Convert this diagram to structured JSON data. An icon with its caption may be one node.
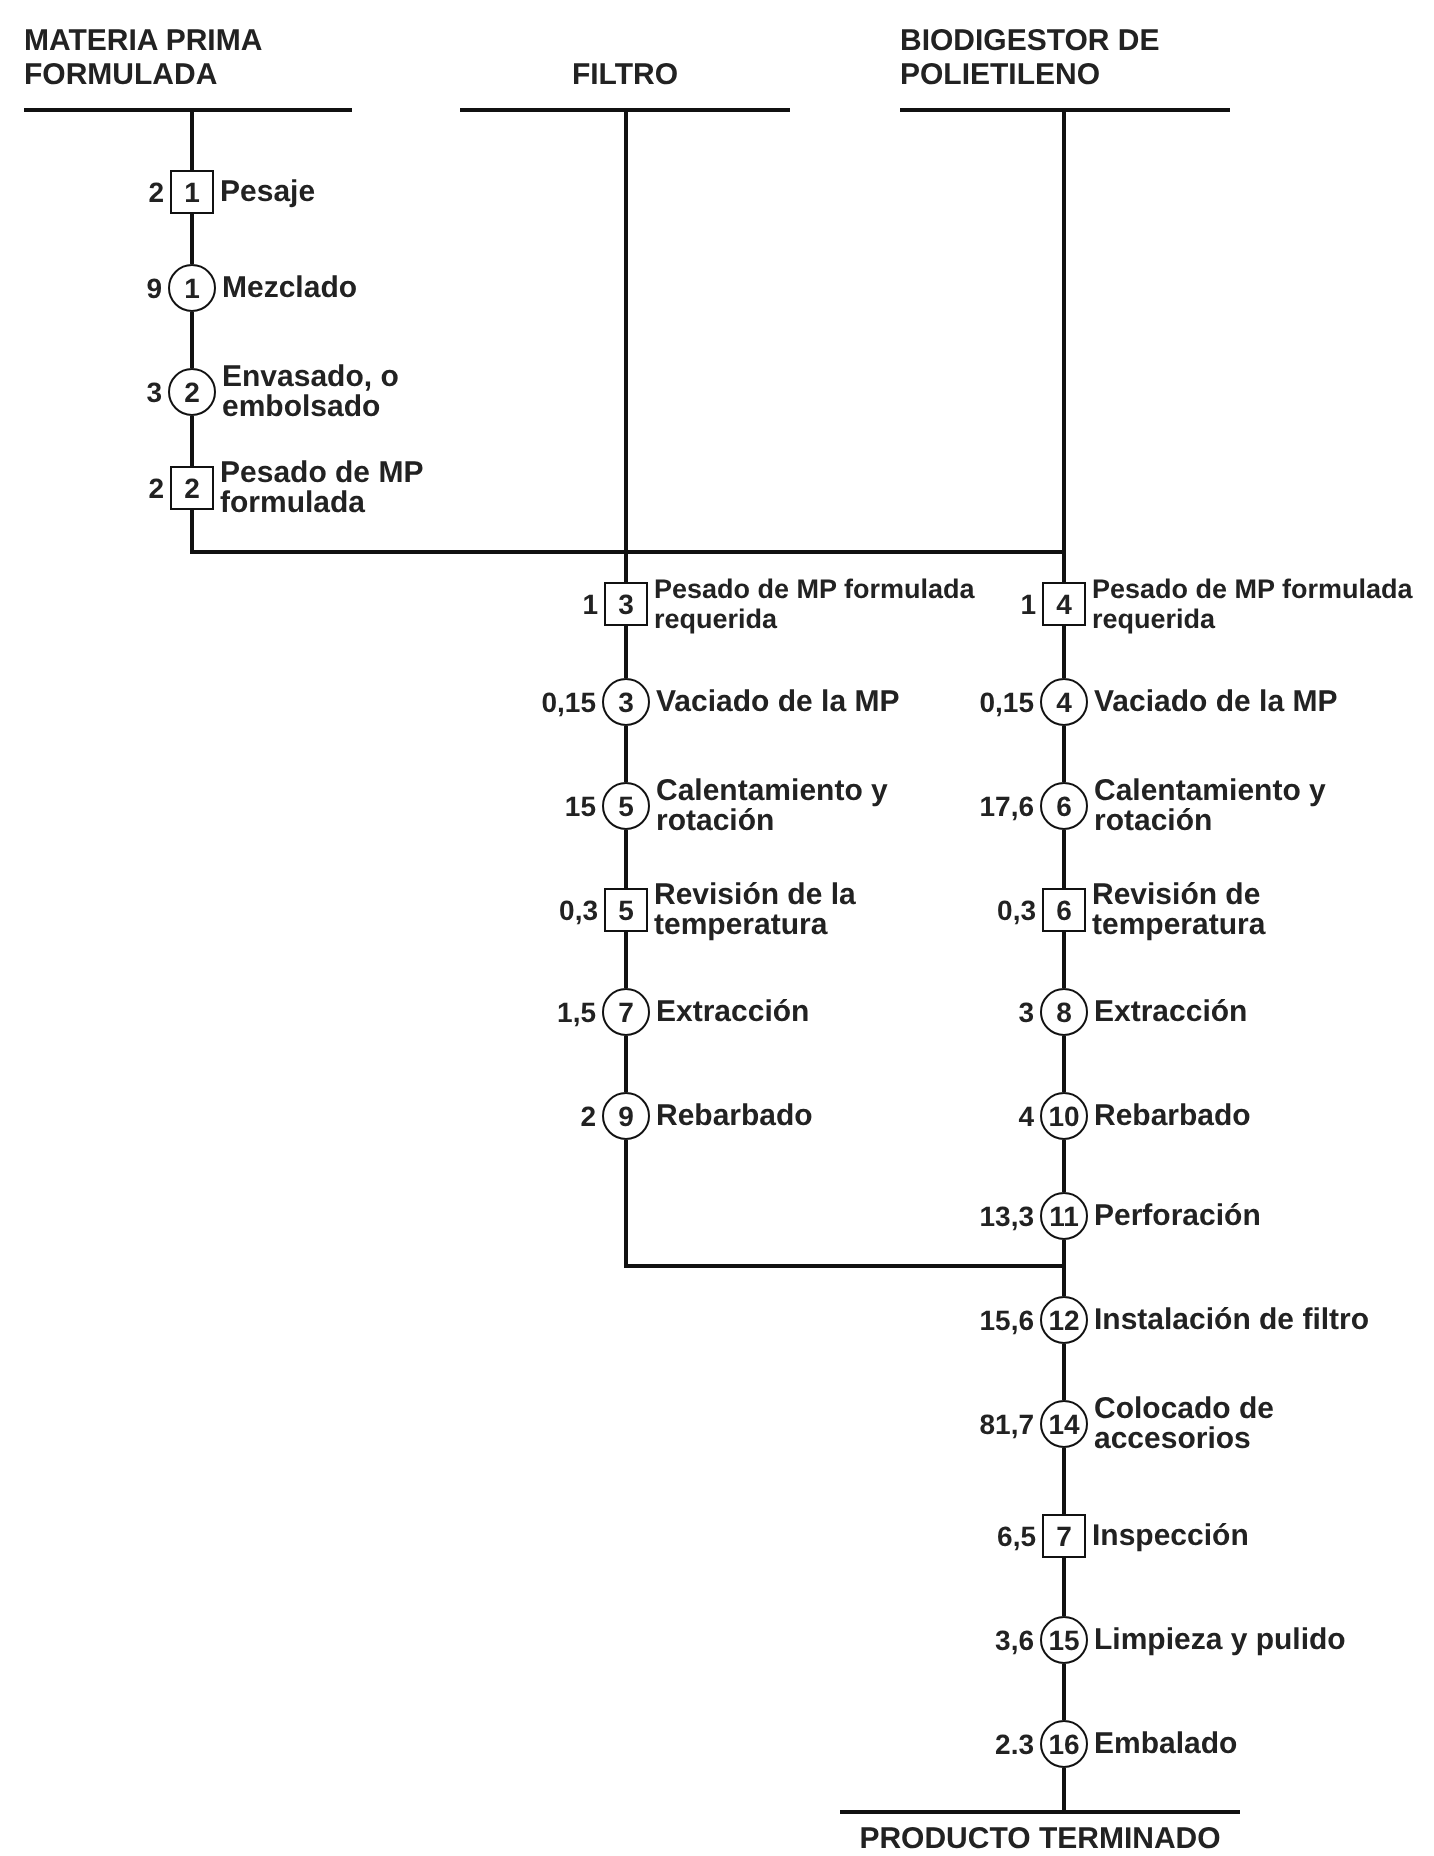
{
  "diagram": {
    "nodes": [
      {
        "text": [
          "MATERIA PRIMA FORMULADA"
        ]
      },
      {
        "text": [
          "FILTRO"
        ]
      },
      {
        "text": [
          "BIODIGESTOR DE POLIETILENO"
        ]
      },
      {
        "text": [
          "1"
        ],
        "beside": [
          "2",
          "Pesaje"
        ]
      },
      {
        "text": [
          "1"
        ],
        "beside": [
          "9",
          "Mezclado"
        ]
      },
      {
        "text": [
          "2"
        ],
        "beside": [
          "3",
          "Envasado, o embolsado"
        ]
      },
      {
        "text": [
          "2"
        ],
        "beside": [
          "2",
          "Pesado de MP formulada"
        ]
      },
      {
        "text": [
          "3"
        ],
        "beside": [
          "1",
          "Pesado de MP formulada requerida"
        ]
      },
      {
        "text": [
          "3"
        ],
        "beside": [
          "0,15",
          "Vaciado de la MP"
        ]
      },
      {
        "text": [
          "5"
        ],
        "beside": [
          "15",
          "Calentamiento y rotación"
        ]
      },
      {
        "text": [
          "5"
        ],
        "beside": [
          "0,3",
          "Revisión de la temperatura"
        ]
      },
      {
        "text": [
          "7"
        ],
        "beside": [
          "1,5",
          "Extracción"
        ]
      },
      {
        "text": [
          "9"
        ],
        "beside": [
          "2",
          "Rebarbado"
        ]
      },
      {
        "text": [
          "4"
        ],
        "beside": [
          "1",
          "Pesado de MP formulada requerida"
        ]
      },
      {
        "text": [
          "4"
        ],
        "beside": [
          "0,15",
          "Vaciado de la MP"
        ]
      },
      {
        "text": [
          "6"
        ],
        "beside": [
          "17,6",
          "Calentamiento y rotación"
        ]
      },
      {
        "text": [
          "6"
        ],
        "beside": [
          "0,3",
          "Revisión de temperatura"
        ]
      },
      {
        "text": [
          "8"
        ],
        "beside": [
          "3",
          "Extracción"
        ]
      },
      {
        "text": [
          "10"
        ],
        "beside": [
          "4",
          "Rebarbado"
        ]
      },
      {
        "text": [
          "11"
        ],
        "beside": [
          "13,3",
          "Perforación"
        ]
      },
      {
        "text": [
          "12"
        ],
        "beside": [
          "15,6",
          "Instalación de filtro"
        ]
      },
      {
        "text": [
          "14"
        ],
        "beside": [
          "81,7",
          "Colocado de accesorios"
        ]
      },
      {
        "text": [
          "7"
        ],
        "beside": [
          "6,5",
          "Inspección"
        ]
      },
      {
        "text": [
          "15"
        ],
        "beside": [
          "3,6",
          "Limpieza y pulido"
        ]
      },
      {
        "text": [
          "16"
        ],
        "beside": [
          "2.3",
          "Embalado"
        ]
      },
      {
        "text": [
          "PRODUCTO TERMINADO"
        ]
      }
    ],
    "edges": [
      {
        "from": 0,
        "to": 3,
        "arrow": "none"
      },
      {
        "from": 3,
        "to": 4,
        "arrow": "none"
      },
      {
        "from": 4,
        "to": 5,
        "arrow": "none"
      },
      {
        "from": 5,
        "to": 6,
        "arrow": "none"
      },
      {
        "from": 6,
        "to": 7,
        "arrow": "none"
      },
      {
        "from": 6,
        "to": 13,
        "arrow": "none"
      },
      {
        "from": 1,
        "to": 7,
        "arrow": "none"
      },
      {
        "from": 7,
        "to": 8,
        "arrow": "none"
      },
      {
        "from": 8,
        "to": 9,
        "arrow": "none"
      },
      {
        "from": 9,
        "to": 10,
        "arrow": "none"
      },
      {
        "from": 10,
        "to": 11,
        "arrow": "none"
      },
      {
        "from": 11,
        "to": 12,
        "arrow": "none"
      },
      {
        "from": 12,
        "to": 20,
        "arrow": "none"
      },
      {
        "from": 2,
        "to": 13,
        "arrow": "none"
      },
      {
        "from": 13,
        "to": 14,
        "arrow": "none"
      },
      {
        "from": 14,
        "to": 15,
        "arrow": "none"
      },
      {
        "from": 15,
        "to": 16,
        "arrow": "none"
      },
      {
        "from": 16,
        "to": 17,
        "arrow": "none"
      },
      {
        "from": 17,
        "to": 18,
        "arrow": "none"
      },
      {
        "from": 18,
        "to": 19,
        "arrow": "none"
      },
      {
        "from": 19,
        "to": 20,
        "arrow": "none"
      },
      {
        "from": 20,
        "to": 21,
        "arrow": "none"
      },
      {
        "from": 21,
        "to": 22,
        "arrow": "none"
      },
      {
        "from": 22,
        "to": 23,
        "arrow": "none"
      },
      {
        "from": 23,
        "to": 24,
        "arrow": "none"
      },
      {
        "from": 24,
        "to": 25,
        "arrow": "none"
      }
    ]
  }
}
